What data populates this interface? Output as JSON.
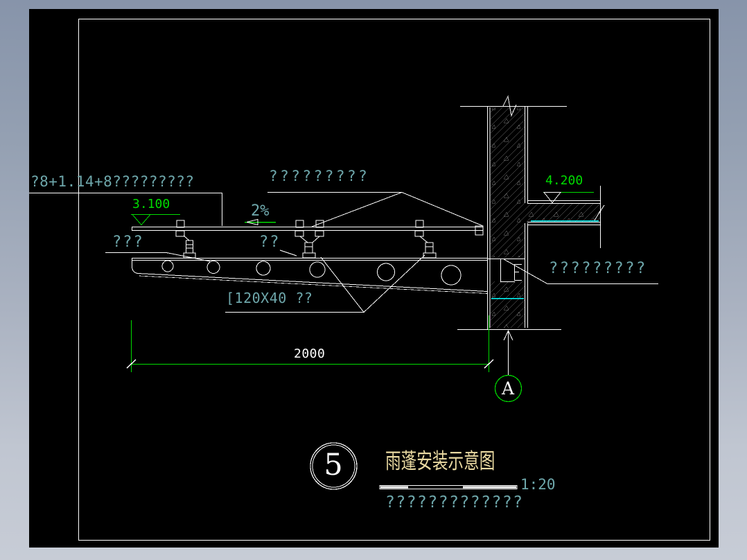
{
  "drawing": {
    "annotations": {
      "glass_spec": "?8+1.14+8?????????",
      "canopy_top_note": "?????????",
      "slope": "2%",
      "left_note": "???",
      "mid_note": "??",
      "channel_spec": "[120X40 ??",
      "wall_note": "?????????",
      "level_canopy": "3.100",
      "level_floor": "4.200",
      "dimension_width": "2000",
      "section_letter": "A"
    },
    "title_block": {
      "detail_number": "5",
      "title": "雨蓬安装示意图",
      "scale": "1:20",
      "subtitle": "?????????????"
    },
    "colors": {
      "annotation_teal": "#6ea7ab",
      "accent_green": "#00dc00",
      "highlight_cyan": "#00ffff",
      "title_yellow": "#e9d9a1",
      "line_white": "#ffffff",
      "hatch_gray": "#8a8a8a",
      "canvas_black": "#000000"
    }
  }
}
